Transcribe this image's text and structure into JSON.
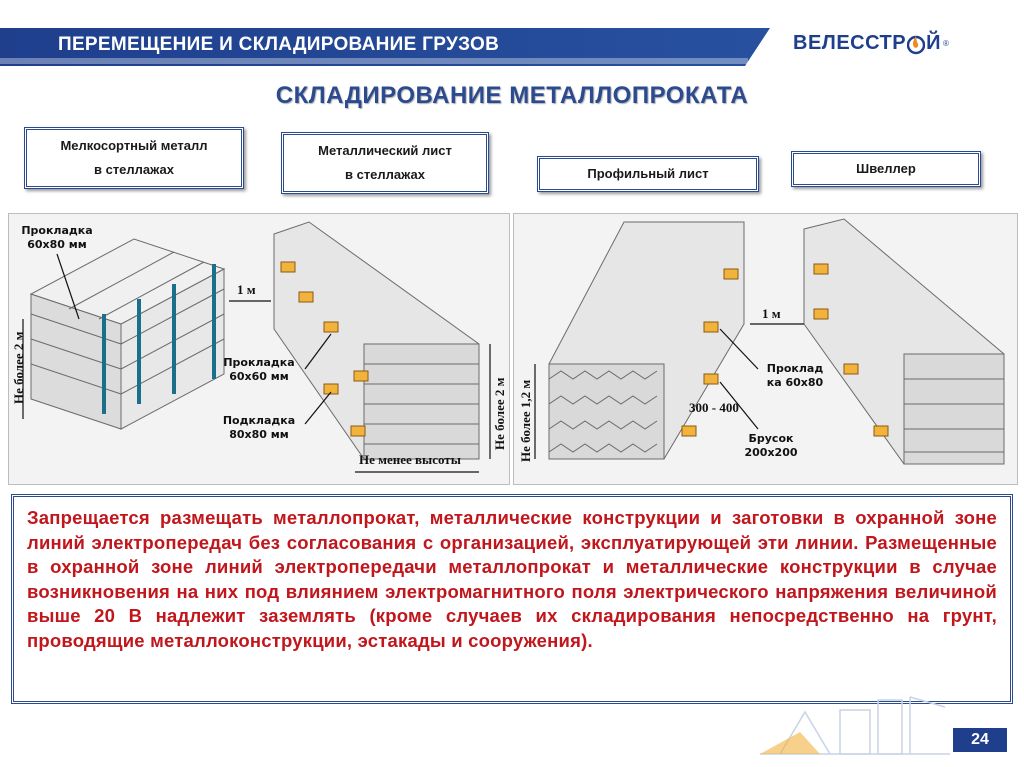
{
  "header": {
    "title": "ПЕРЕМЕЩЕНИЕ И СКЛАДИРОВАНИЕ ГРУЗОВ",
    "logo": {
      "part1": "ВЕЛЕССТР",
      "part2": "Й",
      "reg": "®"
    }
  },
  "subtitle": "СКЛАДИРОВАНИЕ МЕТАЛЛОПРОКАТА",
  "labels": [
    {
      "line1": "Мелкосортный металл",
      "line2": "в стеллажах"
    },
    {
      "line1": "Металлический лист",
      "line2": "в стеллажах"
    },
    {
      "line1": "Профильный лист"
    },
    {
      "line1": "Швеллер"
    }
  ],
  "figure_left": {
    "pad1": {
      "line1": "Прокладка",
      "line2": "60х80 мм"
    },
    "pad2": {
      "line1": "Прокладка",
      "line2": "60х60 мм"
    },
    "pad3": {
      "line1": "Подкладка",
      "line2": "80х80 мм"
    },
    "dist": "1 м",
    "height_left": "Не более 2 м",
    "height_right": "Не более 2 м",
    "width": "Не менее высоты"
  },
  "figure_right": {
    "dist": "1 м",
    "height": "Не более 1,2 м",
    "gap": "300 - 400",
    "pad": {
      "line1": "Проклад",
      "line2": "ка 60х80"
    },
    "beam": {
      "line1": "Брусок",
      "line2": "200х200"
    }
  },
  "warning": "Запрещается размещать металлопрокат, металлические конструкции и заготовки в охранной зоне линий электропередач без согласования с организацией, эксплуатирующей эти линии. Размещенные в охранной зоне линий электропередачи металлопрокат и металлические конструкции в случае возникновения на них под влиянием электромагнитного поля электрического напряжения величиной выше 20 В надлежит заземлять (кроме случаев их складирования непосредственно на грунт, проводящие металлоконструкции, эстакады и сооружения).",
  "page_number": "24",
  "colors": {
    "brand_blue": "#1f3f8d",
    "warning_red": "#c0161c",
    "pad_orange": "#f2b33d"
  }
}
